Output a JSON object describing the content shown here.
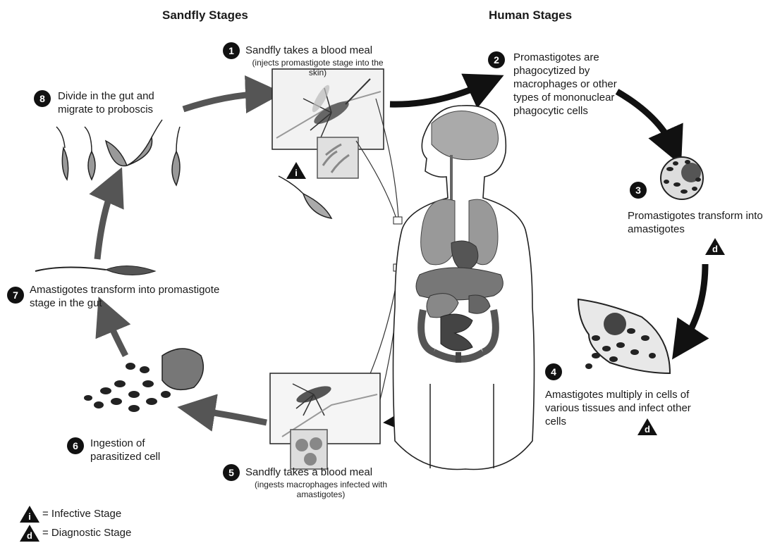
{
  "headers": {
    "sandfly": "Sandfly Stages",
    "human": "Human Stages"
  },
  "steps": [
    {
      "num": "1",
      "text": "Sandfly takes a blood meal",
      "sub": "(injects promastigote stage into the skin)"
    },
    {
      "num": "2",
      "text": "Promastigotes are phagocytized by macrophages or other types of mononuclear phagocytic cells"
    },
    {
      "num": "3",
      "text": "Promastigotes transform into amastigotes"
    },
    {
      "num": "4",
      "text": "Amastigotes multiply in cells of various tissues and infect other cells"
    },
    {
      "num": "5",
      "text": "Sandfly takes a blood meal",
      "sub": "(ingests macrophages infected with amastigotes)"
    },
    {
      "num": "6",
      "text": "Ingestion of parasitized cell"
    },
    {
      "num": "7",
      "text": "Amastigotes transform into promastigote stage in  the gut"
    },
    {
      "num": "8",
      "text": "Divide in the gut and migrate to proboscis"
    }
  ],
  "badges": {
    "infective": "i",
    "diagnostic": "d"
  },
  "legend": {
    "infective": "= Infective Stage",
    "diagnostic": "= Diagnostic Stage"
  }
}
